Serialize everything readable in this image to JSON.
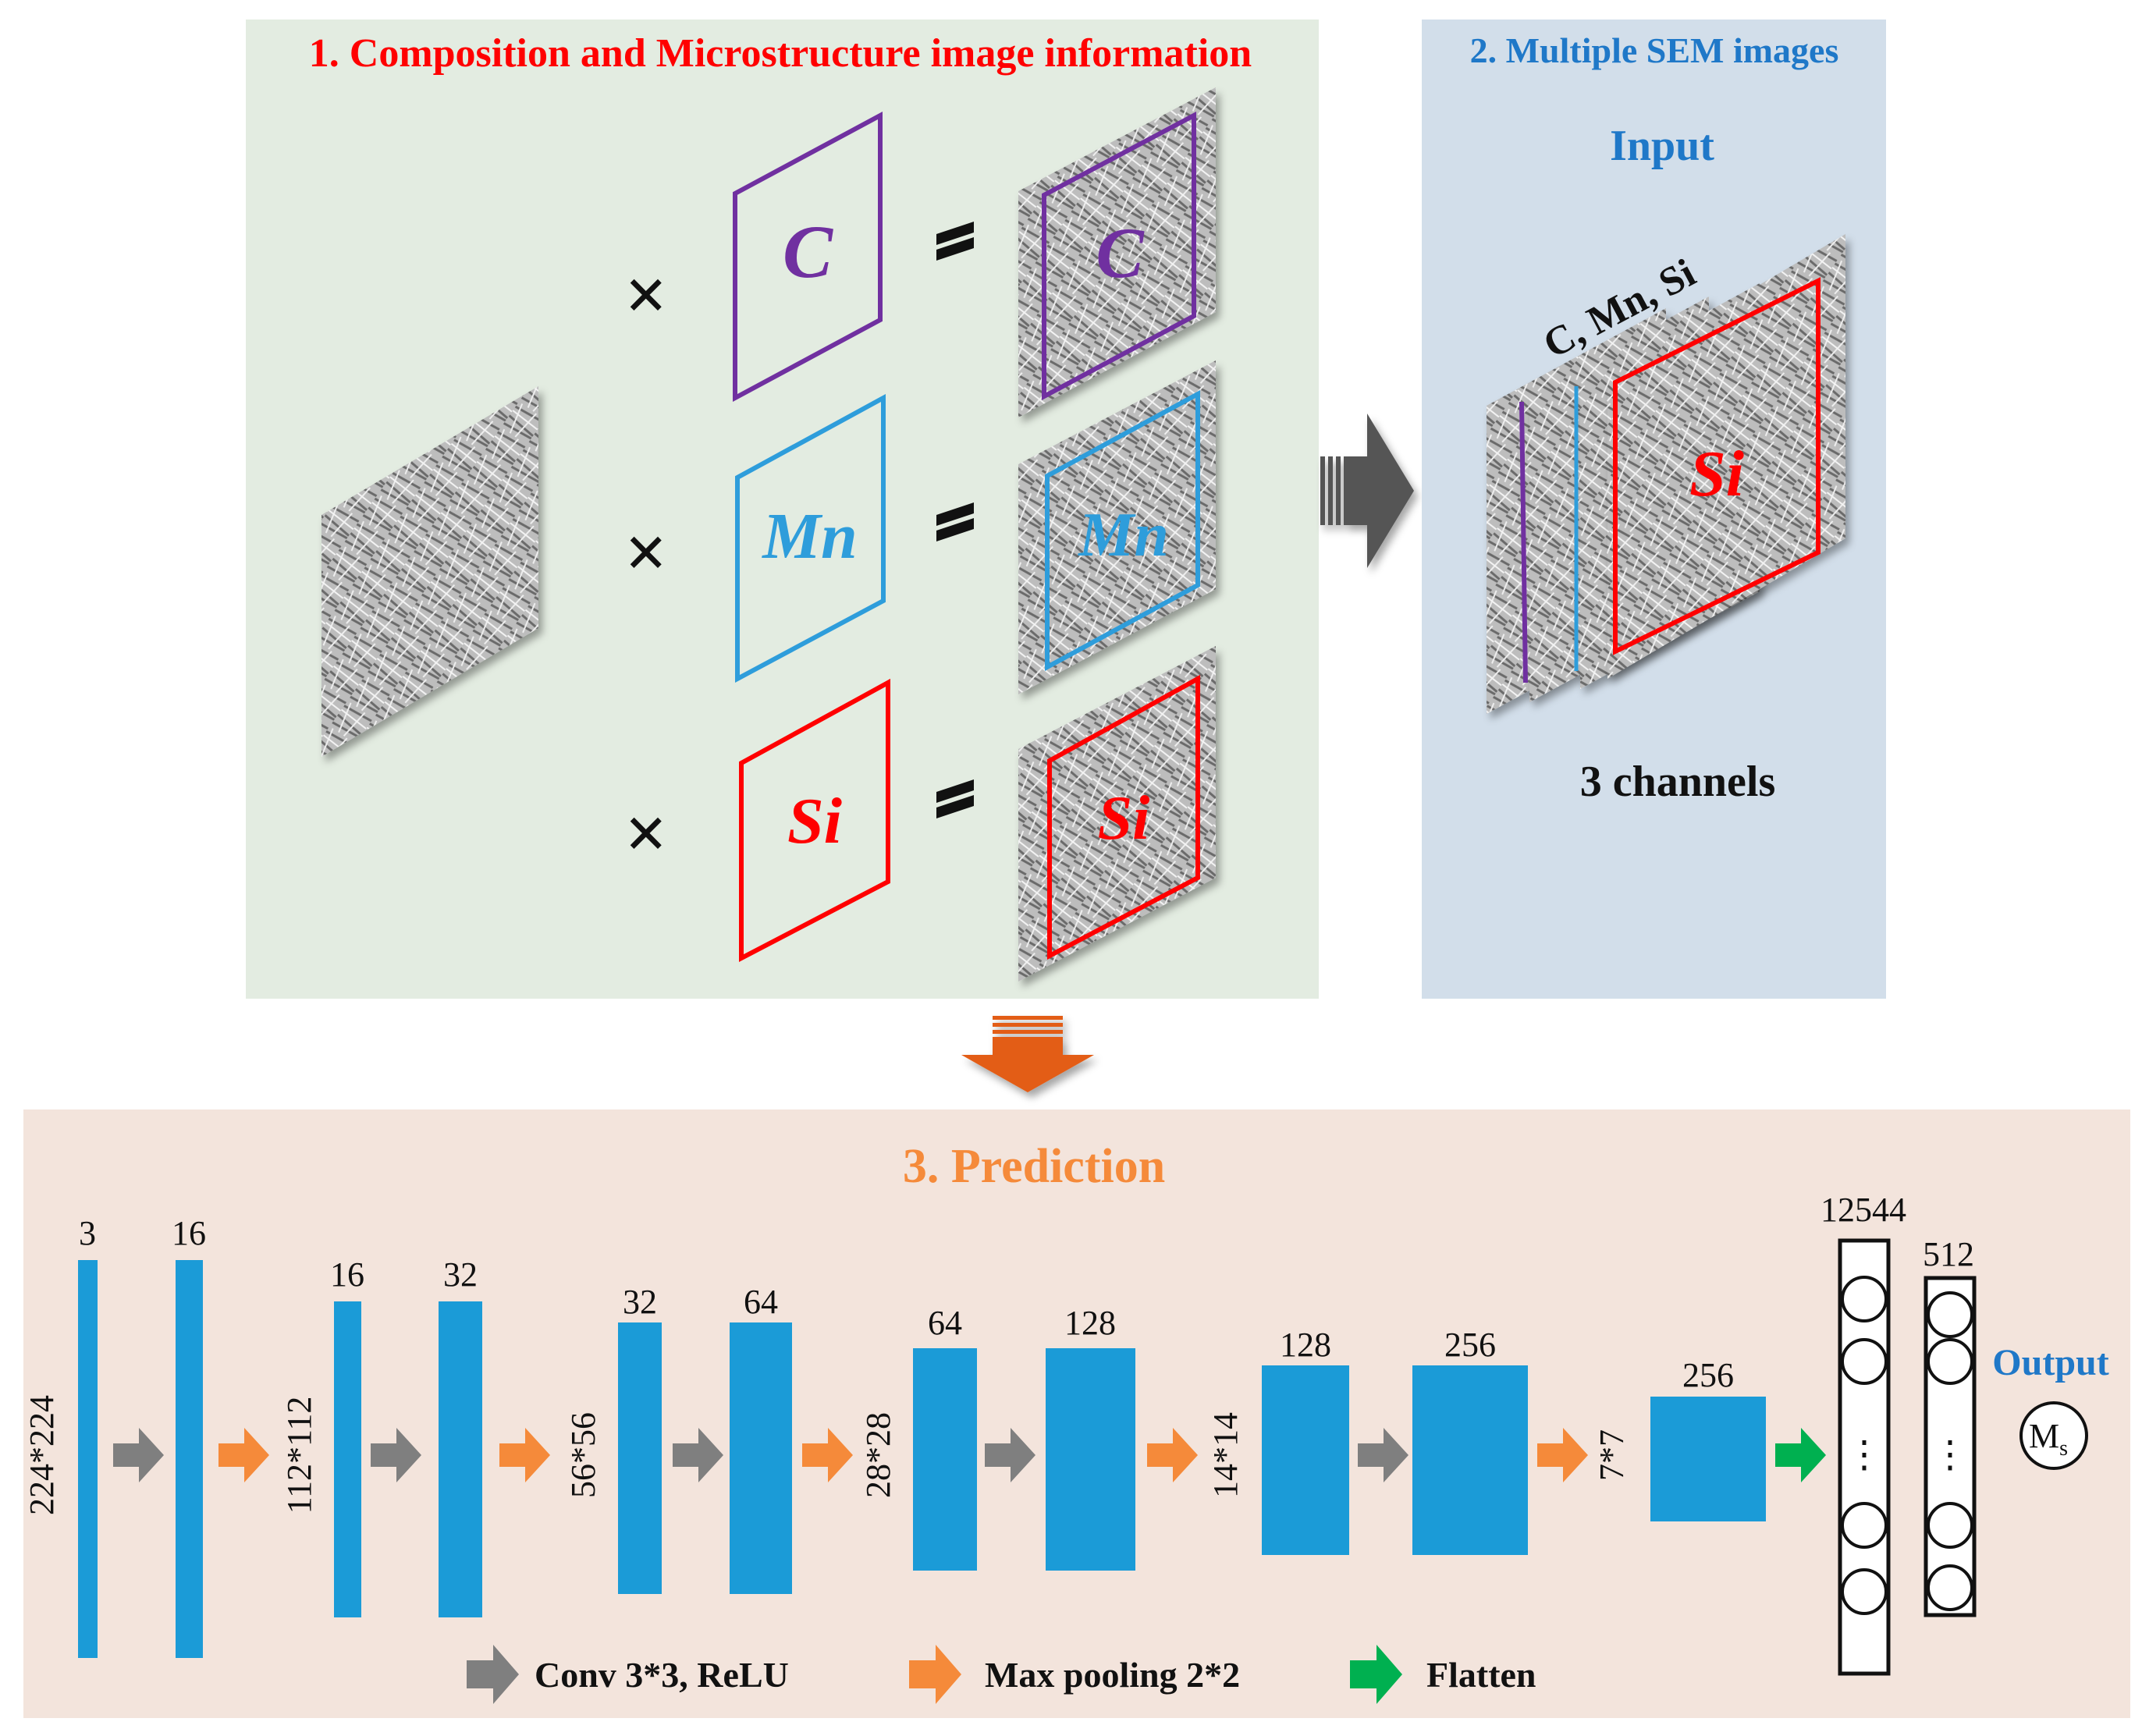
{
  "panel1": {
    "title": "1. Composition and Microstructure image information",
    "times_symbol": "×",
    "equals_symbol": "=",
    "elements": [
      {
        "label": "C",
        "color": "#7030A0"
      },
      {
        "label": "Mn",
        "color": "#2E9DDB"
      },
      {
        "label": "Si",
        "color": "#FF0000"
      }
    ],
    "background": "#E3ECE1"
  },
  "panel2": {
    "title": "2. Multiple SEM images",
    "input_label": "Input",
    "stack_label": "C, Mn, Si",
    "front_label": "Si",
    "channels_label": "3 channels",
    "background": "#D2DEEA",
    "title_color": "#1F78C8"
  },
  "panel3": {
    "title": "3. Prediction",
    "title_color": "#F58A3A",
    "background": "#F3E4DC",
    "sizes": [
      "224*224",
      "112*112",
      "56*56",
      "28*28",
      "14*14",
      "7*7"
    ],
    "channels": [
      "3",
      "16",
      "16",
      "32",
      "32",
      "64",
      "64",
      "128",
      "128",
      "256",
      "256"
    ],
    "dense": [
      {
        "count": "12544",
        "ellipsis": "⋮"
      },
      {
        "count": "512",
        "ellipsis": "⋮"
      }
    ],
    "output_label": "Output",
    "output_symbol": "M",
    "output_subscript": "s",
    "legend": [
      {
        "label": "Conv 3*3, ReLU",
        "color": "#7F7F7F"
      },
      {
        "label": "Max pooling 2*2",
        "color": "#F58A3A"
      },
      {
        "label": "Flatten",
        "color": "#00B050"
      }
    ],
    "layer_color": "#1B9BD7"
  }
}
